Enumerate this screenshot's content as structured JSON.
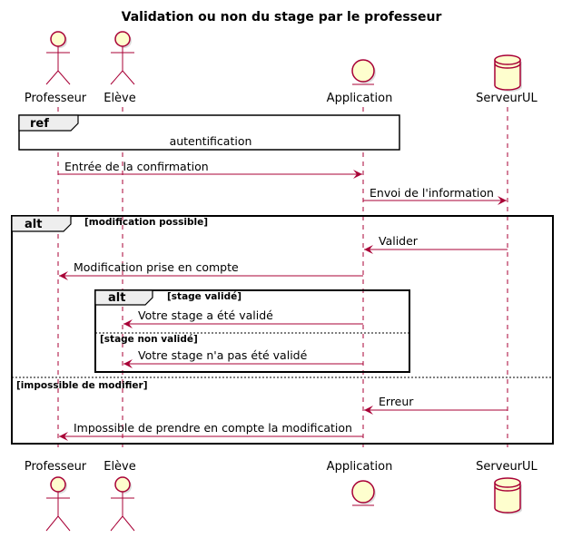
{
  "title": "Validation ou non du stage par le professeur",
  "participants": {
    "professeur": "Professeur",
    "eleve": "Elève",
    "application": "Application",
    "serveur": "ServeurUL"
  },
  "ref": {
    "tag": "ref",
    "text": "autentification"
  },
  "messages": {
    "m1": "Entrée de la confirmation",
    "m2": "Envoi de l'information",
    "m3": "Valider",
    "m4": "Modification prise en compte",
    "m5": "Votre stage a été validé",
    "m6": "Votre stage n'a pas été validé",
    "m7": "Erreur",
    "m8": "Impossible de prendre en compte la modification"
  },
  "alt_outer": {
    "tag": "alt",
    "guard1": "[modification possible]",
    "guard2": "[impossible de modifier]"
  },
  "alt_inner": {
    "tag": "alt",
    "guard1": "[stage validé]",
    "guard2": "[stage non validé]"
  },
  "colors": {
    "line": "#A80036",
    "fill": "#FEFECE",
    "frame_tag": "#EEEEEE"
  }
}
